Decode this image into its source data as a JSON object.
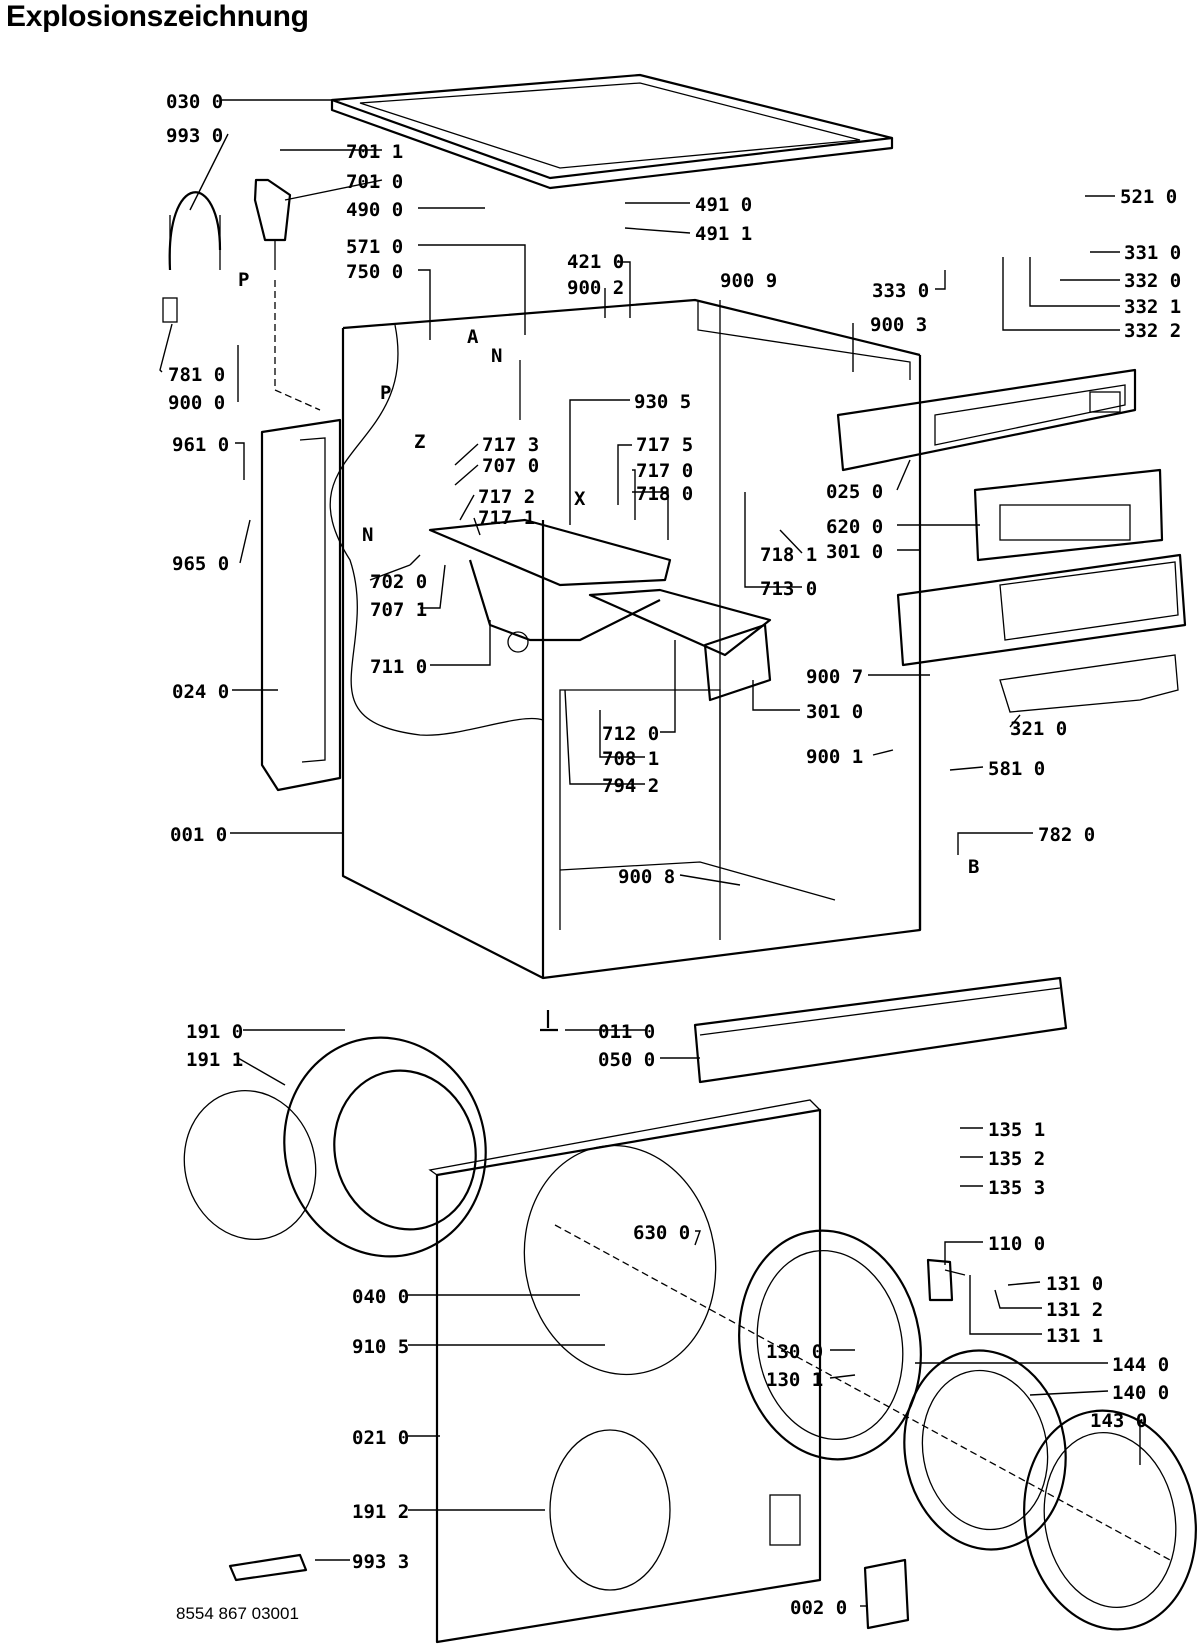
{
  "title": "Explosionszeichnung",
  "footer": "8554 867 03001",
  "labels": [
    "030 0",
    "993 0",
    "701 1",
    "701 0",
    "490 0",
    "571 0",
    "750 0",
    "491 0",
    "491 1",
    "421 0",
    "900 2",
    "900 9",
    "521 0",
    "333 0",
    "900 3",
    "331 0",
    "332 0",
    "332 1",
    "332 2",
    "781 0",
    "900 0",
    "930 5",
    "961 0",
    "717 3",
    "707 0",
    "717 5",
    "717 0",
    "717 2",
    "717 1",
    "718 0",
    "965 0",
    "025 0",
    "620 0",
    "301 0",
    "718 1",
    "713 0",
    "702 0",
    "707 1",
    "711 0",
    "900 7",
    "024 0",
    "301 0",
    "712 0",
    "708 1",
    "794 2",
    "900 1",
    "581 0",
    "321 0",
    "001 0",
    "782 0",
    "900 8",
    "191 0",
    "191 1",
    "011 0",
    "050 0",
    "135 1",
    "135 2",
    "135 3",
    "630 0",
    "110 0",
    "040 0",
    "131 0",
    "131 2",
    "131 1",
    "910 5",
    "130 0",
    "144 0",
    "130 1",
    "140 0",
    "143 0",
    "021 0",
    "191 2",
    "993 3",
    "002 0"
  ],
  "markers": [
    "P",
    "A",
    "N",
    "P",
    "Z",
    "X",
    "N",
    "B"
  ]
}
